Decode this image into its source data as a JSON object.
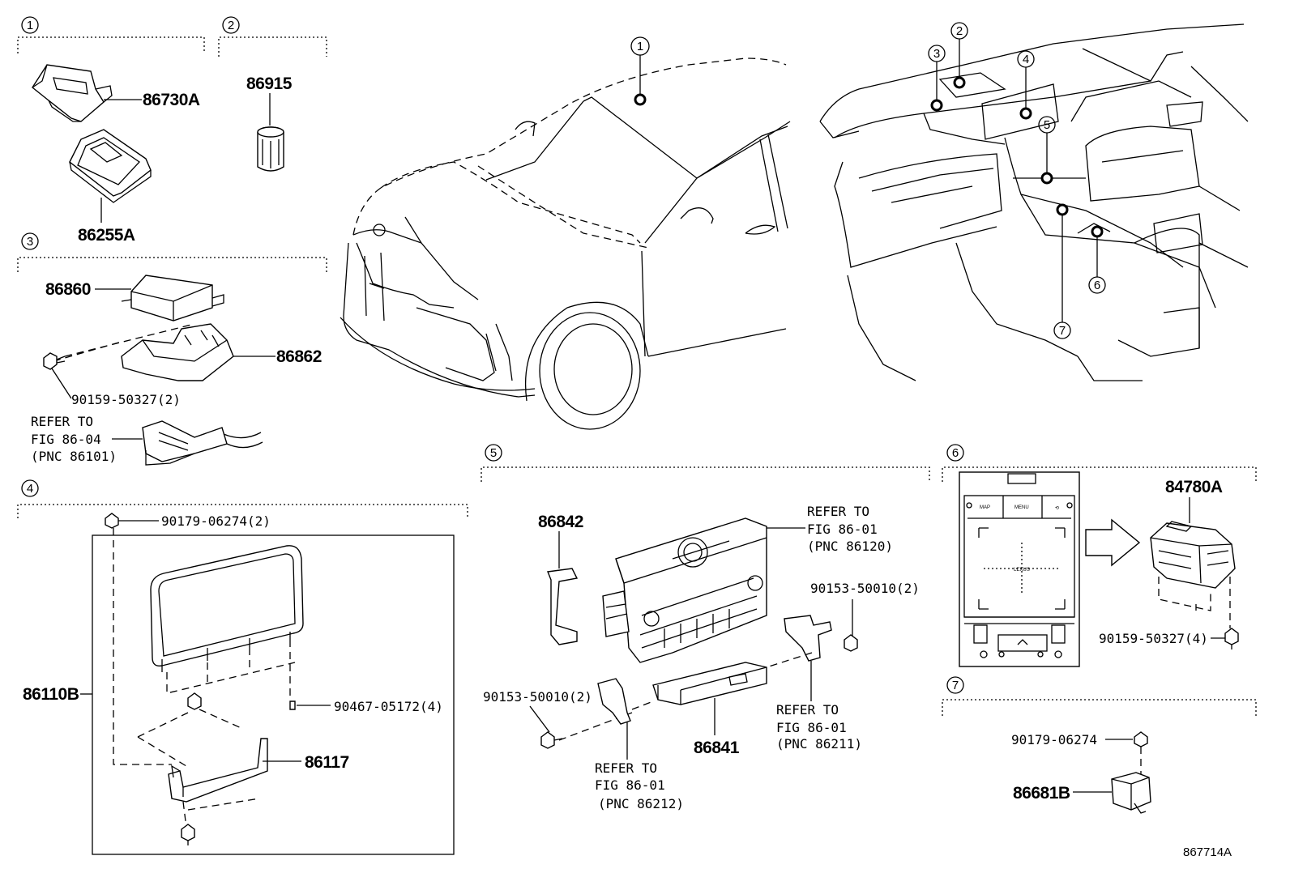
{
  "figure_id": "867714A",
  "sections": [
    {
      "num": "1"
    },
    {
      "num": "2"
    },
    {
      "num": "3"
    },
    {
      "num": "4"
    },
    {
      "num": "5"
    },
    {
      "num": "6"
    },
    {
      "num": "7"
    }
  ],
  "locator_markers": [
    "1",
    "2",
    "3",
    "4",
    "5",
    "6",
    "7"
  ],
  "parts": {
    "p86730A": "86730A",
    "p86255A": "86255A",
    "p86915": "86915",
    "p86860": "86860",
    "p86862": "86862",
    "p90159_2": "90159-50327(2)",
    "p86110B": "86110B",
    "p90179_2": "90179-06274(2)",
    "p90467": "90467-05172(4)",
    "p86117": "86117",
    "p86842": "86842",
    "p90153_a": "90153-50010(2)",
    "p90153_b": "90153-50010(2)",
    "p86841": "86841",
    "p84780A": "84780A",
    "p90159_4": "90159-50327(4)",
    "p90179": "90179-06274",
    "p86681B": "86681B"
  },
  "refs": {
    "r1": {
      "l1": "REFER TO",
      "l2": "FIG 86-04",
      "l3": "(PNC 86101)"
    },
    "r2": {
      "l1": "REFER TO",
      "l2": "FIG 86-01",
      "l3": "(PNC 86120)"
    },
    "r3": {
      "l1": "REFER TO",
      "l2": "FIG 86-01",
      "l3": "(PNC 86211)"
    },
    "r4": {
      "l1": "REFER TO",
      "l2": "FIG 86-01",
      "l3": "(PNC 86212)"
    }
  },
  "controller_buttons": {
    "map": "MAP",
    "menu": "MENU",
    "back": "⟲"
  },
  "controller_logo": "LEXUS"
}
